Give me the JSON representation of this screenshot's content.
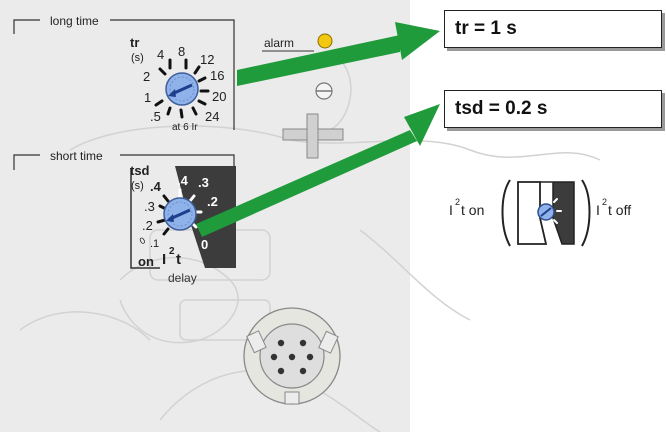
{
  "long_time": {
    "title": "long time",
    "setting_name": "tr",
    "unit": "(s)",
    "dial_values": [
      "4",
      "8",
      "12",
      "16",
      "20",
      "24",
      ".5",
      "1",
      "2"
    ],
    "dial_note": "at 6 Ir"
  },
  "alarm": {
    "label": "alarm",
    "led_color": "#f2c811"
  },
  "short_time": {
    "title": "short time",
    "setting_name": "tsd",
    "unit": "(s)",
    "dial_values": [
      ".4",
      ".4",
      ".3",
      ".3",
      ".2",
      ".2",
      ".1",
      ".1",
      "0"
    ],
    "on_label": "on",
    "i2t_label": "I",
    "i2t_sup": "2",
    "i2t_t": "t",
    "delay_label": "delay"
  },
  "callouts": {
    "tr": "tr = 1 s",
    "tsd": "tsd = 0.2 s"
  },
  "i2t_legend": {
    "on_base": "I",
    "on_sup": "2",
    "on_rest": "t on",
    "off_base": "I",
    "off_sup": "2",
    "off_rest": "t off"
  },
  "colors": {
    "panel": "#ebebeb",
    "knob": "#8fb2ea",
    "arrow": "#1f9b3c",
    "dark_sector": "#3c3c3c"
  }
}
